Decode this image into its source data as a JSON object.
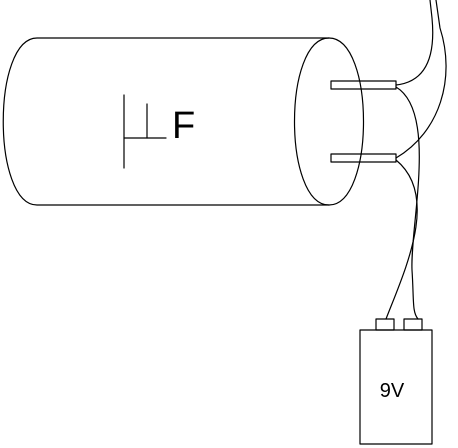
{
  "capacitor": {
    "unit_label": "F",
    "mu_symbol": "mu-symbol"
  },
  "battery": {
    "label": "9V"
  },
  "colors": {
    "line": "#000000",
    "background": "#ffffff"
  }
}
